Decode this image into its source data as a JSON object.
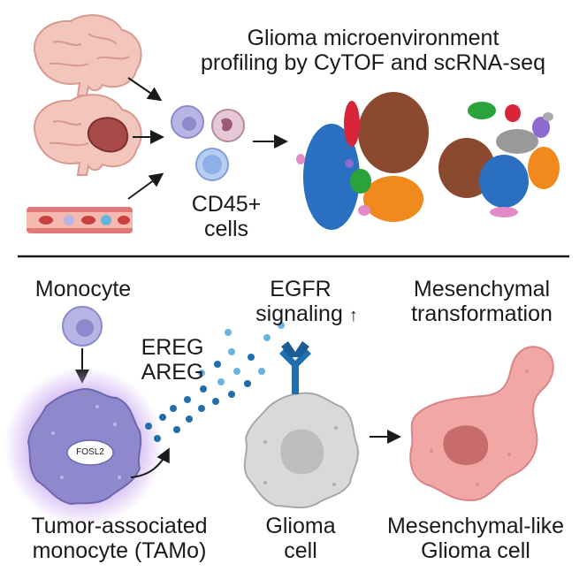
{
  "top": {
    "title_line1": "Glioma microenvironment",
    "title_line2": "profiling by CyTOF and scRNA-seq",
    "cells_label_line1": "CD45+",
    "cells_label_line2": "cells"
  },
  "bottom": {
    "monocyte_label": "Monocyte",
    "ligands_line1": "EREG",
    "ligands_line2": "AREG",
    "egfr_line1": "EGFR",
    "egfr_line2": "signaling",
    "egfr_arrow": "↑",
    "transform_line1": "Mesenchymal",
    "transform_line2": "transformation",
    "tamo_marker": "FOSL2",
    "tamo_line1": "Tumor-associated",
    "tamo_line2": "monocyte (TAMo)",
    "glioma_line1": "Glioma",
    "glioma_line2": "cell",
    "mes_line1": "Mesenchymal-like",
    "mes_line2": "Glioma cell"
  },
  "colors": {
    "brain": "#f2c6bd",
    "brain_outline": "#d89a8e",
    "tumor": "#a84a4a",
    "vessel": "#e27878",
    "monocyte": "#b7b5e4",
    "tamo": "#8f88cc",
    "tamo_glow": "#c9a8f0",
    "glioma": "#d9d9d9",
    "mes_cell": "#f2a7a7",
    "ligand_dark": "#1f6fae",
    "ligand_light": "#6bb3e0",
    "cluster_blue": "#2a6fc0",
    "cluster_brown": "#8b4a30",
    "cluster_orange": "#f08a1c",
    "cluster_green": "#2aa33a",
    "cluster_red": "#d8253a",
    "cluster_purple": "#8c6ad0",
    "cluster_pink": "#e38ac8",
    "cluster_gray": "#999999"
  }
}
